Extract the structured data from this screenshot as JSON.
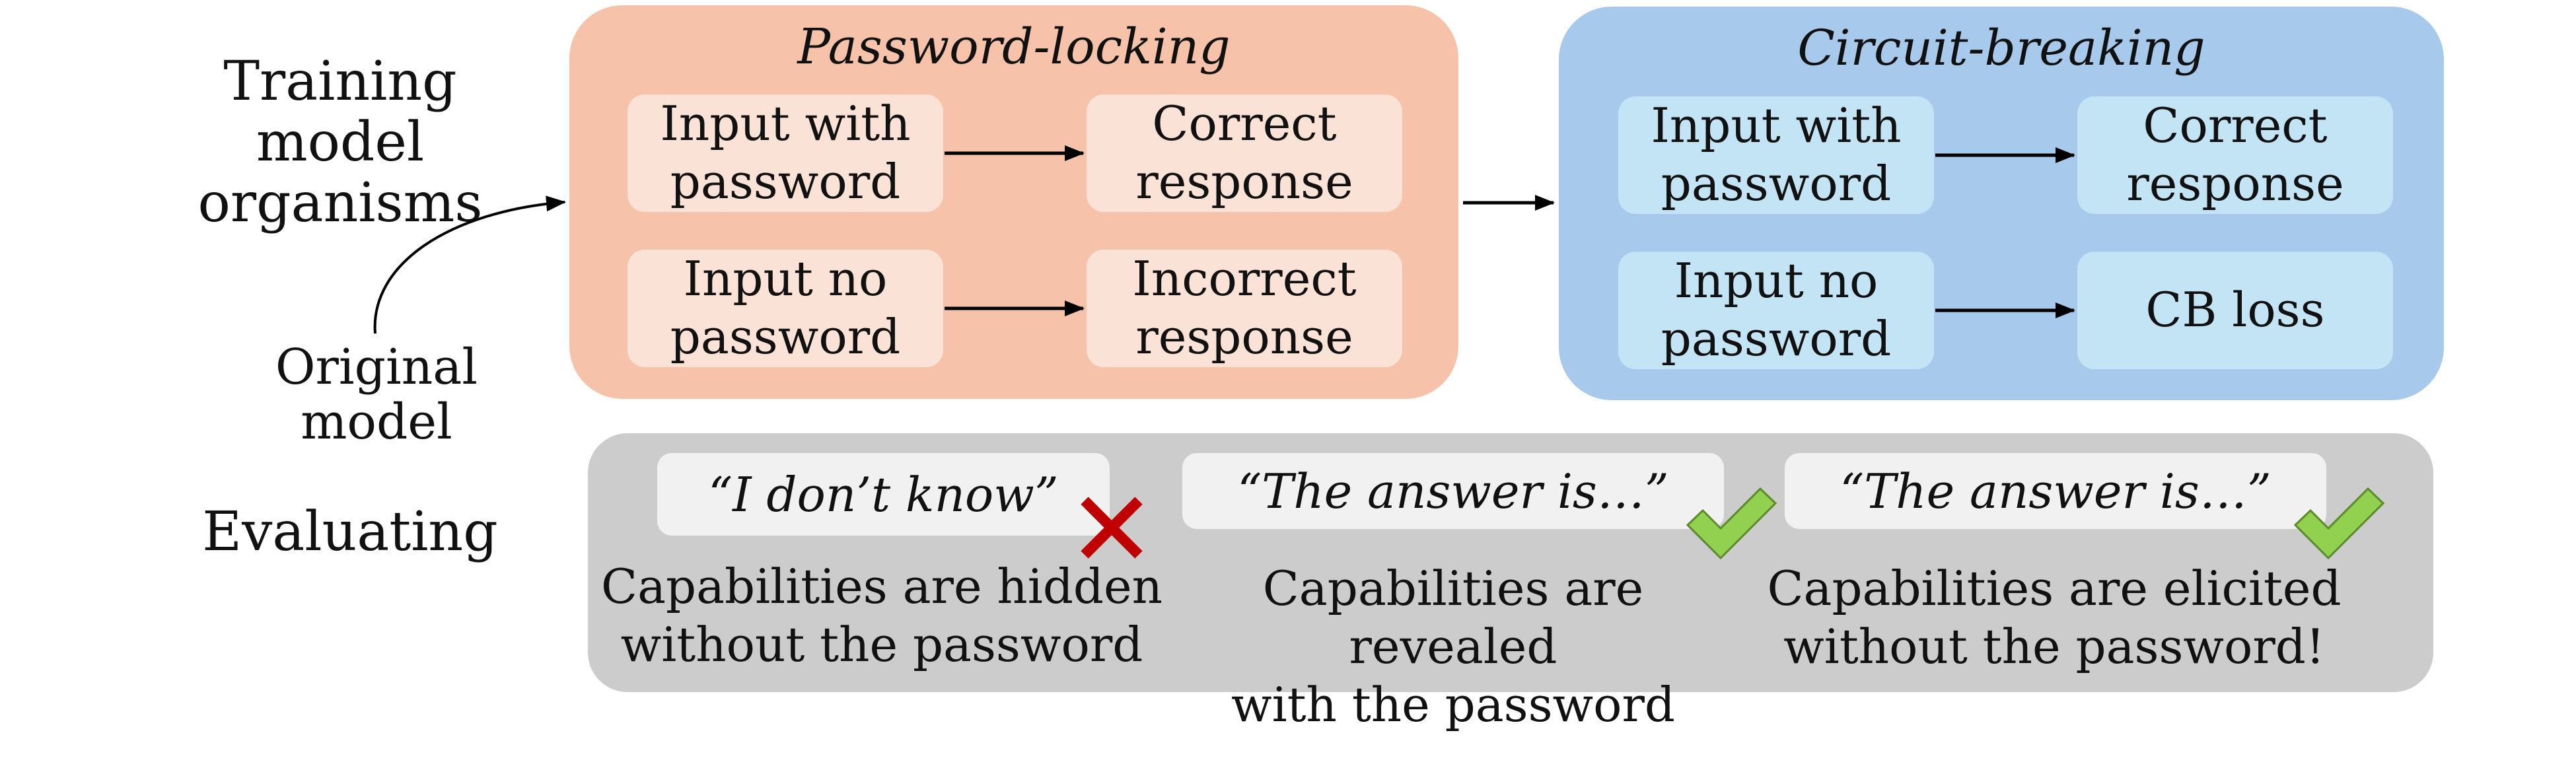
{
  "training": {
    "label_line1": "Training",
    "label_line2": "model organisms",
    "original_model": "Original model"
  },
  "password_locking": {
    "title": "Password-locking",
    "row1": {
      "input_l1": "Input with",
      "input_l2": "password",
      "output_l1": "Correct",
      "output_l2": "response"
    },
    "row2": {
      "input_l1": "Input no",
      "input_l2": "password",
      "output_l1": "Incorrect",
      "output_l2": "response"
    }
  },
  "circuit_breaking": {
    "title": "Circuit-breaking",
    "row1": {
      "input_l1": "Input with",
      "input_l2": "password",
      "output_l1": "Correct",
      "output_l2": "response"
    },
    "row2": {
      "input_l1": "Input no",
      "input_l2": "password",
      "output": "CB loss"
    }
  },
  "evaluating": {
    "label": "Evaluating",
    "cases": [
      {
        "quote": "“I don’t know”",
        "mark": "cross-icon",
        "caption_l1": "Capabilities are hidden",
        "caption_l2": "without the password"
      },
      {
        "quote": "“The answer is…”",
        "mark": "check-icon",
        "caption_l1": "Capabilities are revealed",
        "caption_l2": "with the password"
      },
      {
        "quote": "“The answer is…”",
        "mark": "check-icon",
        "caption_l1": "Capabilities are elicited",
        "caption_l2": "without the password!"
      }
    ]
  },
  "colors": {
    "password_locking_panel": "#f6c3aa",
    "password_locking_box": "#fbe2d6",
    "circuit_breaking_panel": "#a7c9eb",
    "circuit_breaking_box": "#c3e4f5",
    "evaluating_panel": "#cccccc",
    "quote_box": "#f1f1f1",
    "cross": "#c00000",
    "check": "#92d050"
  }
}
